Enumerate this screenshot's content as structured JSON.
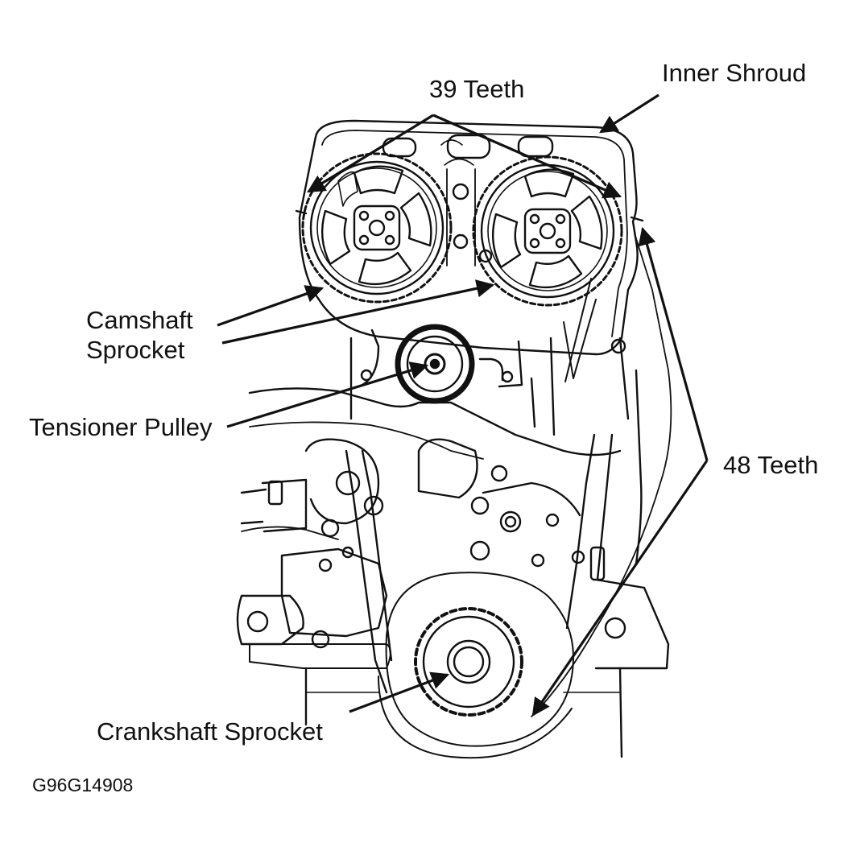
{
  "labels": {
    "inner_shroud": "Inner Shroud",
    "teeth_39": "39 Teeth",
    "camshaft_line1": "Camshaft",
    "camshaft_line2": "Sprocket",
    "tensioner_pulley": "Tensioner Pulley",
    "teeth_48": "48 Teeth",
    "crankshaft_sprocket": "Crankshaft Sprocket",
    "figure_code": "G96G14908"
  },
  "colors": {
    "ink": "#111111",
    "paper": "#ffffff"
  },
  "icons": {
    "left_cam": "camshaft-sprocket-icon",
    "right_cam": "camshaft-sprocket-icon",
    "tensioner": "tensioner-pulley-icon",
    "crank": "crankshaft-sprocket-icon"
  }
}
